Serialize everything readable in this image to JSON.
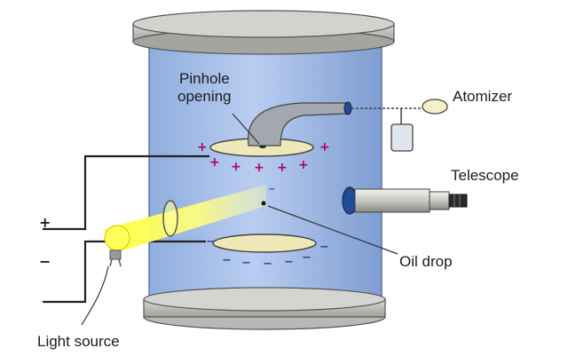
{
  "labels": {
    "pinhole_line1": "Pinhole",
    "pinhole_line2": "opening",
    "atomizer": "Atomizer",
    "telescope": "Telescope",
    "oil_drop": "Oil drop",
    "light_source": "Light source"
  },
  "signs": {
    "plus": "+",
    "minus": "−"
  },
  "colors": {
    "chamber": "#9cb8e6",
    "lid": "#c6c6c2",
    "plate": "#efe8b8",
    "light_beam": "#ffff66",
    "plus_sign": "#b0006a",
    "minus_sign": "#1e4d9c",
    "wire": "#222222",
    "oil_drop": "#111111"
  },
  "icons": [
    "atomizer-bulb-icon",
    "atomizer-bottle-icon",
    "telescope-icon",
    "light-bulb-icon",
    "lens-icon"
  ]
}
